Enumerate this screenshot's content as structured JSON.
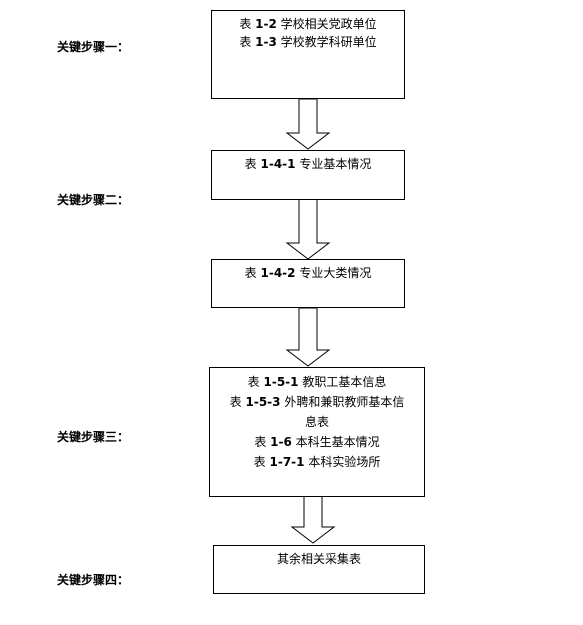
{
  "steps": [
    {
      "label": "关键步骤一："
    },
    {
      "label": "关键步骤二："
    },
    {
      "label": "关键步骤三："
    },
    {
      "label": "关键步骤四："
    }
  ],
  "boxes": [
    {
      "lines": [
        {
          "prefix": "表 ",
          "code": "1-2",
          "text": " 学校相关党政单位"
        },
        {
          "prefix": "表 ",
          "code": "1-3",
          "text": " 学校教学科研单位"
        }
      ]
    },
    {
      "lines": [
        {
          "prefix": "表 ",
          "code": "1-4-1",
          "text": " 专业基本情况"
        }
      ]
    },
    {
      "lines": [
        {
          "prefix": "表 ",
          "code": "1-4-2",
          "text": " 专业大类情况"
        }
      ]
    },
    {
      "lines": [
        {
          "prefix": "表 ",
          "code": "1-5-1",
          "text": " 教职工基本信息"
        },
        {
          "prefix": "表 ",
          "code": "1-5-3",
          "text": " 外聘和兼职教师基本信"
        },
        {
          "prefix": "",
          "code": "",
          "text": "息表"
        },
        {
          "prefix": "表 ",
          "code": "1-6",
          "text": " 本科生基本情况"
        },
        {
          "prefix": "表 ",
          "code": "1-7-1",
          "text": " 本科实验场所"
        }
      ]
    },
    {
      "lines": [
        {
          "prefix": "",
          "code": "",
          "text": "其余相关采集表"
        }
      ]
    }
  ]
}
